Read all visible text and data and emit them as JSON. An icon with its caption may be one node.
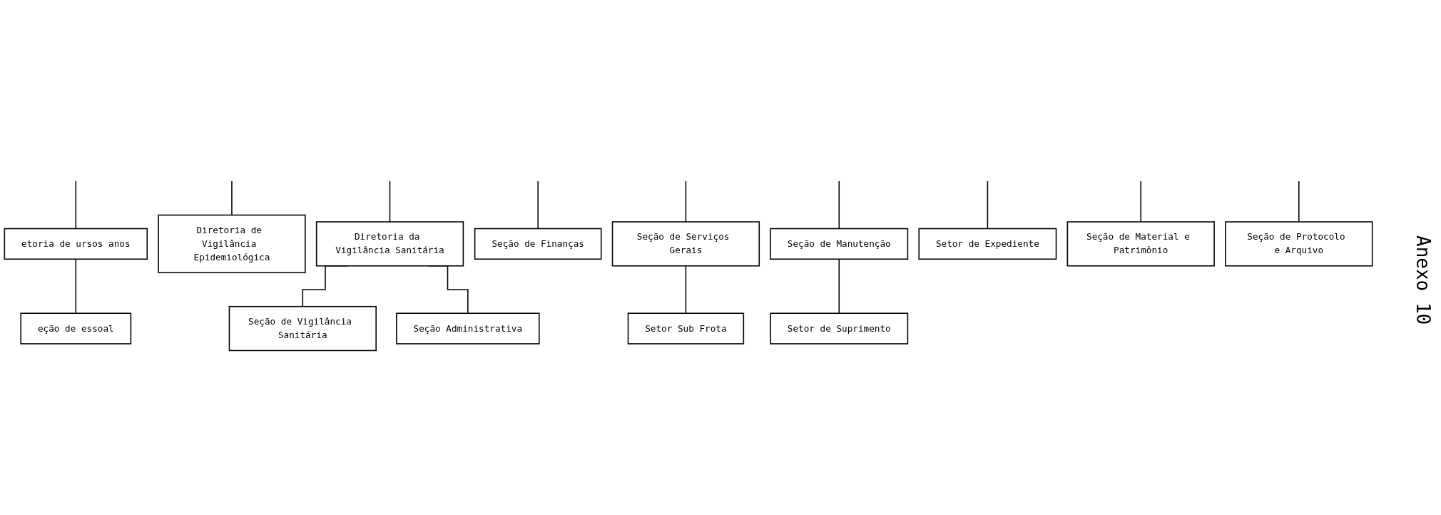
{
  "diagram": {
    "nodes": [
      {
        "text": [
          "etoria de ursos anos"
        ]
      },
      {
        "text": [
          "Diretoria de Vigilância Epidemiológica"
        ]
      },
      {
        "text": [
          "Diretoria da Vigilância Sanitária"
        ]
      },
      {
        "text": [
          "Seção de Finanças"
        ]
      },
      {
        "text": [
          "Seção de Serviços Gerais"
        ]
      },
      {
        "text": [
          "Seção de Manutenção"
        ]
      },
      {
        "text": [
          "Setor de Expediente"
        ]
      },
      {
        "text": [
          "Seção de Material e Patrimônio"
        ]
      },
      {
        "text": [
          "Seção de Protocolo e Arquivo"
        ]
      },
      {
        "text": [
          "eção de essoal"
        ]
      },
      {
        "text": [
          "Seção de Vigilância Sanitária"
        ]
      },
      {
        "text": [
          "Seção Administrativa"
        ]
      },
      {
        "text": [
          "Setor Sub Frota"
        ]
      },
      {
        "text": [
          "Setor de Suprimento"
        ]
      }
    ],
    "edges": [
      {
        "from": null,
        "to": 0,
        "arrow": "none"
      },
      {
        "from": null,
        "to": 1,
        "arrow": "none"
      },
      {
        "from": null,
        "to": 2,
        "arrow": "none"
      },
      {
        "from": null,
        "to": 3,
        "arrow": "none"
      },
      {
        "from": null,
        "to": 4,
        "arrow": "none"
      },
      {
        "from": null,
        "to": 5,
        "arrow": "none"
      },
      {
        "from": null,
        "to": 6,
        "arrow": "none"
      },
      {
        "from": null,
        "to": 7,
        "arrow": "none"
      },
      {
        "from": null,
        "to": 8,
        "arrow": "none"
      },
      {
        "from": 0,
        "to": 9,
        "arrow": "none"
      },
      {
        "from": 2,
        "to": 10,
        "arrow": "none"
      },
      {
        "from": 2,
        "to": 11,
        "arrow": "none"
      },
      {
        "from": 4,
        "to": 12,
        "arrow": "none"
      },
      {
        "from": 5,
        "to": 13,
        "arrow": "none"
      }
    ],
    "labels": [
      "Anexo 10"
    ]
  }
}
